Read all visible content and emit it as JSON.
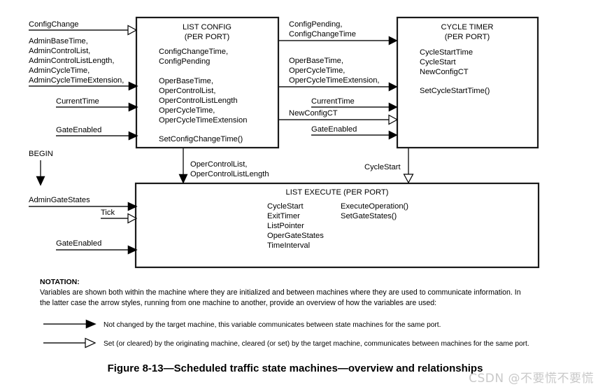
{
  "figure": {
    "caption": "Figure 8-13—Scheduled traffic state machines—overview and relationships",
    "watermark": "CSDN @不要慌不要慌"
  },
  "boxes": {
    "list_config": {
      "title_line1": "LIST CONFIG",
      "title_line2": "(PER PORT)",
      "vars_group1": [
        "ConfigChangeTime,",
        "ConfigPending"
      ],
      "vars_group2": [
        "OperBaseTime,",
        "OperControlList,",
        "OperControlListLength",
        "OperCycleTime,",
        "OperCycleTimeExtension"
      ],
      "vars_group3": [
        "SetConfigChangeTime()"
      ]
    },
    "cycle_timer": {
      "title_line1": "CYCLE TIMER",
      "title_line2": "(PER PORT)",
      "vars_group1": [
        "CycleStartTime",
        "CycleStart",
        "NewConfigCT"
      ],
      "vars_group2": [
        "SetCycleStartTime()"
      ]
    },
    "list_execute": {
      "title": "LIST EXECUTE (PER PORT)",
      "vars_col1": [
        "CycleStart",
        "ExitTimer",
        "ListPointer",
        "OperGateStates",
        "TimeInterval"
      ],
      "vars_col2": [
        "ExecuteOperation()",
        "SetGateStates()"
      ]
    }
  },
  "edges": {
    "config_change": {
      "label": "ConfigChange",
      "arrow": "open"
    },
    "admin_inputs": {
      "lines": [
        "AdminBaseTime,",
        "AdminControlList,",
        "AdminControlListLength,",
        "AdminCycleTime,",
        "AdminCycleTimeExtension,"
      ],
      "arrow": "solid"
    },
    "current_time_left": {
      "label": "CurrentTime",
      "arrow": "solid"
    },
    "gate_enabled_left": {
      "label": "GateEnabled",
      "arrow": "solid"
    },
    "begin": {
      "label": "BEGIN",
      "arrow": "solid"
    },
    "config_pending_mid": {
      "lines": [
        "ConfigPending,",
        "ConfigChangeTime"
      ],
      "arrow": "solid"
    },
    "oper_mid": {
      "lines": [
        "OperBaseTime,",
        "OperCycleTime,",
        "OperCycleTimeExtension,"
      ],
      "arrow": "solid"
    },
    "current_time_mid": {
      "label": "CurrentTime",
      "arrow": "solid"
    },
    "new_config_ct_mid": {
      "label": "NewConfigCT",
      "arrow": "open"
    },
    "gate_enabled_mid": {
      "label": "GateEnabled",
      "arrow": "solid"
    },
    "oper_control_down": {
      "lines": [
        "OperControlList,",
        "OperControlListLength"
      ],
      "arrow": "solid"
    },
    "cycle_start_down": {
      "label": "CycleStart",
      "arrow": "open"
    },
    "admin_gate_states": {
      "label": "AdminGateStates",
      "arrow": "solid"
    },
    "tick": {
      "label": "Tick",
      "arrow": "open"
    },
    "gate_enabled_exec": {
      "label": "GateEnabled",
      "arrow": "solid"
    }
  },
  "notation": {
    "heading": "NOTATION:",
    "paragraph_line1": "Variables are shown both within the machine where they are initialized and between machines where they are used to communicate information. In",
    "paragraph_line2": "the latter case the arrow styles, running from one machine to another, provide an overview of how the variables are used:",
    "legend": [
      {
        "arrow": "solid",
        "text": "Not changed by the target machine, this variable communicates between state machines for the same port."
      },
      {
        "arrow": "open",
        "text": "Set (or cleared) by the originating machine, cleared (or set) by the target machine, communicates between machines for the same port."
      }
    ]
  },
  "colors": {
    "ink": "#1a1a1a",
    "paper": "#ffffff",
    "watermark": "#c9c9c9"
  }
}
